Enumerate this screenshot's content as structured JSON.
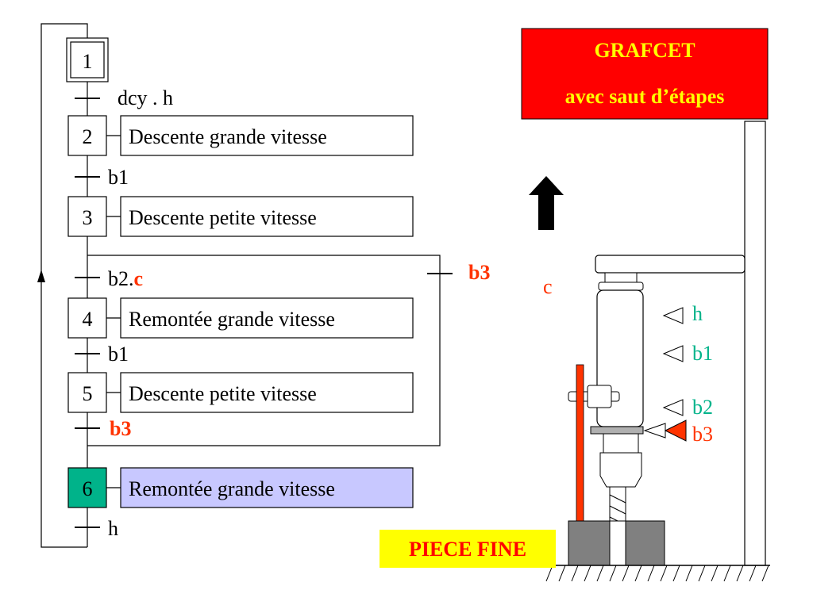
{
  "title": {
    "line1": "GRAFCET",
    "line2": "avec saut d’étapes"
  },
  "steps": [
    {
      "num": "1",
      "action": ""
    },
    {
      "num": "2",
      "action": "Descente grande vitesse"
    },
    {
      "num": "3",
      "action": "Descente petite vitesse"
    },
    {
      "num": "4",
      "action": "Remontée grande vitesse"
    },
    {
      "num": "5",
      "action": "Descente petite vitesse"
    },
    {
      "num": "6",
      "action": "Remontée grande vitesse"
    }
  ],
  "transitions": {
    "t1": "dcy . h",
    "t2": "b1",
    "t3_main": "b2.",
    "t3_c": "c",
    "t3_skip": "b3",
    "t4": "b1",
    "t5": "b3",
    "t6": "h"
  },
  "machine": {
    "label_c": "c",
    "sensor_h": "h",
    "sensor_b1": "b1",
    "sensor_b2": "b2",
    "sensor_b3": "b3",
    "piece_label": "PIECE FINE"
  },
  "colors": {
    "title_bg": "#ff0000",
    "title_text": "#ffff00",
    "active_step": "#00b38a",
    "active_action_bg": "#c8c8ff",
    "red_label": "#ff3300",
    "green_sensor": "#00b38a",
    "piece_bg": "#ffff00",
    "piece_text": "#ff0000",
    "block_gray": "#808080"
  }
}
